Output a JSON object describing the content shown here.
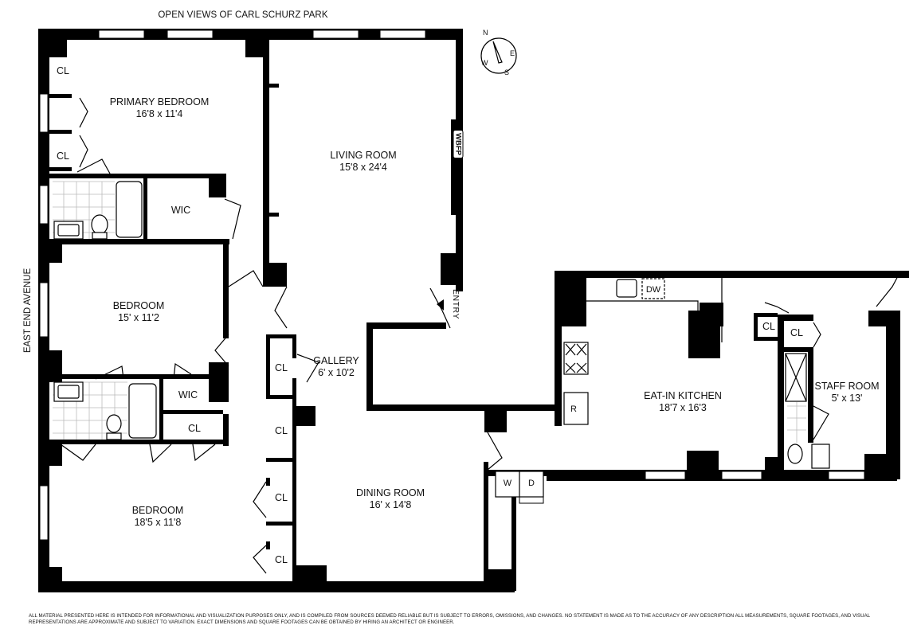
{
  "plan": {
    "top_caption": "OPEN VIEWS OF CARL SCHURZ PARK",
    "side_caption": "EAST END AVENUE",
    "compass": {
      "north": "N",
      "east": "E",
      "south": "S",
      "west": "W"
    },
    "entry_label": "ENTRY",
    "fireplace_label": "WBFP",
    "rooms": [
      {
        "id": "primary-bedroom",
        "name": "PRIMARY BEDROOM",
        "dims": "16'8 x 11'4"
      },
      {
        "id": "living-room",
        "name": "LIVING ROOM",
        "dims": "15'8 x 24'4"
      },
      {
        "id": "bedroom-2",
        "name": "BEDROOM",
        "dims": "15' x 11'2"
      },
      {
        "id": "gallery",
        "name": "GALLERY",
        "dims": "6' x 10'2"
      },
      {
        "id": "eat-in-kitchen",
        "name": "EAT-IN KITCHEN",
        "dims": "18'7 x 16'3"
      },
      {
        "id": "staff-room",
        "name": "STAFF ROOM",
        "dims": "5' x 13'"
      },
      {
        "id": "dining-room",
        "name": "DINING ROOM",
        "dims": "16' x 14'8"
      },
      {
        "id": "bedroom-3",
        "name": "BEDROOM",
        "dims": "18'5 x 11'8"
      }
    ],
    "small_labels": {
      "closet": "CL",
      "walk_in_closet": "WIC",
      "dishwasher": "DW",
      "refrigerator": "R",
      "washer": "W",
      "dryer": "D"
    },
    "disclaimer": "ALL MATERIAL PRESENTED HERE IS INTENDED FOR INFORMATIONAL AND VISUALIZATION PURPOSES ONLY, AND IS COMPILED FROM SOURCES DEEMED RELIABLE BUT IS SUBJECT TO ERRORS, OMISSIONS, AND CHANGES. NO STATEMENT IS MADE AS TO THE ACCURACY OF ANY DESCRIPTION ALL MEASUREMENTS, SQUARE FOOTAGES, AND VISUAL REPRESENTATIONS ARE APPROXIMATE AND SUBJECT TO VARIATION. EXACT DIMENSIONS AND SQUARE FOOTAGES CAN BE OBTAINED BY HIRING AN ARCHITECT OR ENGINEER."
  }
}
